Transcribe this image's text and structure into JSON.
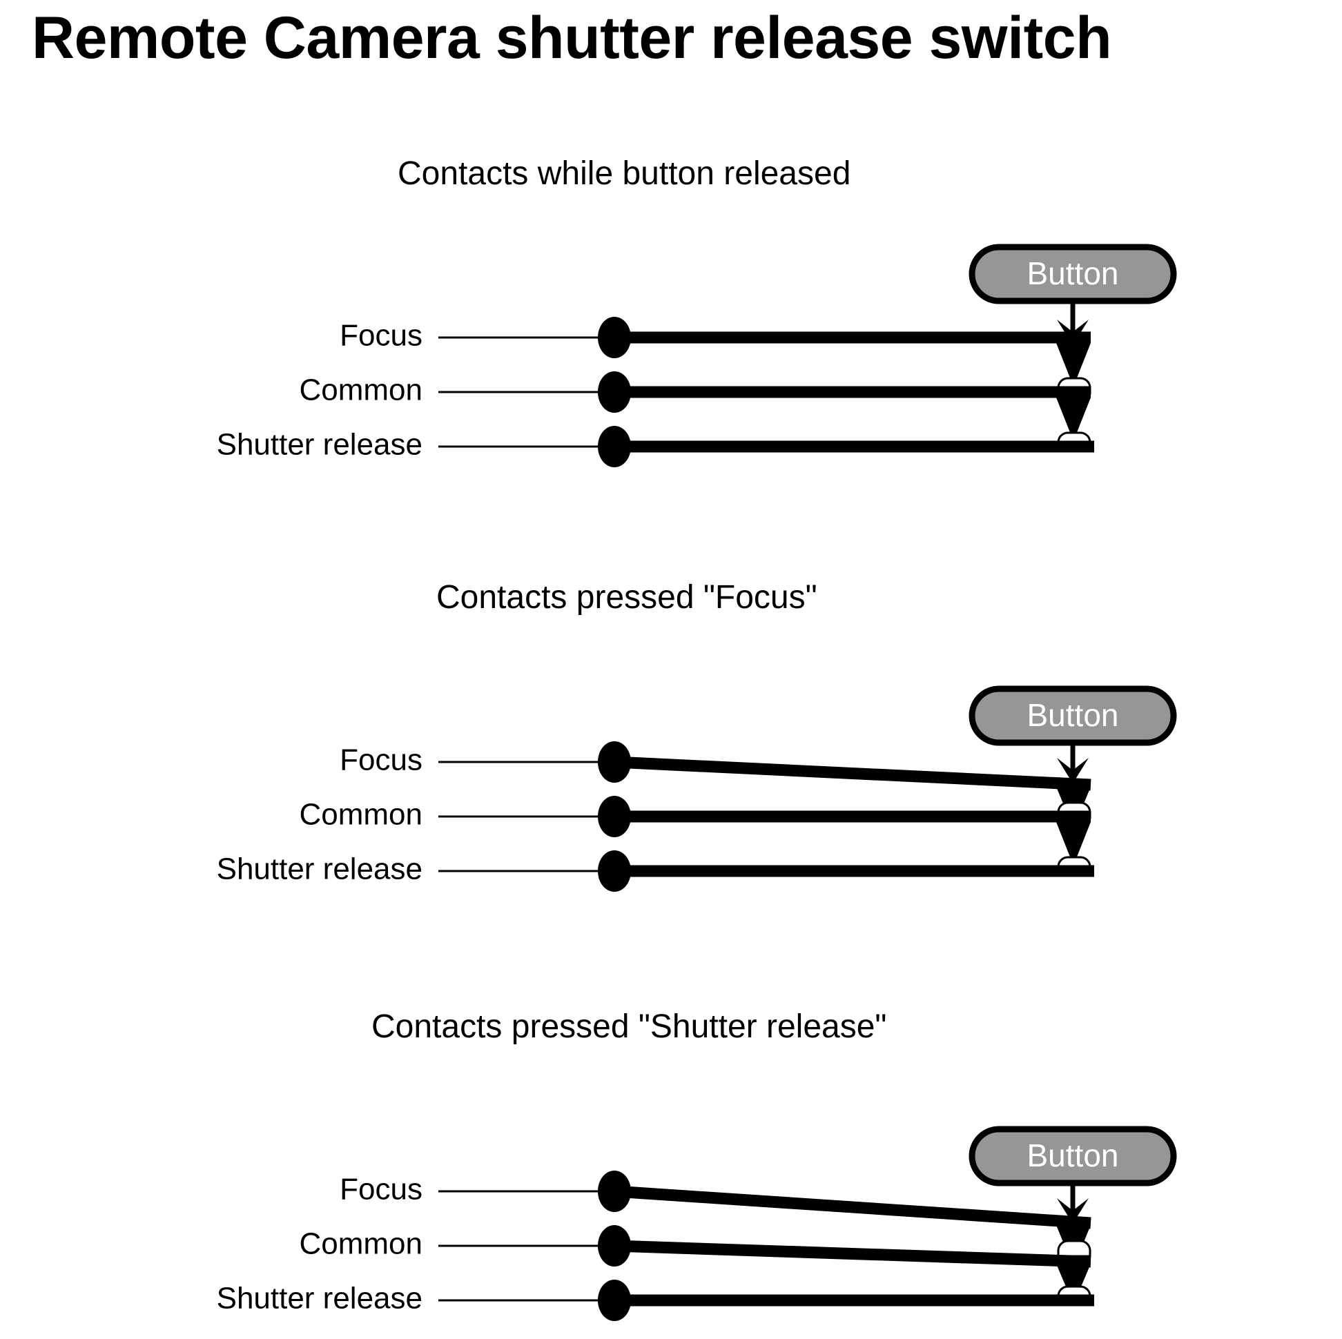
{
  "page": {
    "title": "Remote Camera shutter release switch",
    "background_color": "#ffffff",
    "foreground_color": "#000000",
    "button_fill_color": "#969696",
    "button_text_color": "#ffffff"
  },
  "sections": [
    {
      "id": "released",
      "heading": "Contacts while button released",
      "button_label": "Button",
      "rows": [
        {
          "label": "Focus",
          "state": "open"
        },
        {
          "label": "Common",
          "state": "open"
        },
        {
          "label": "Shutter release",
          "state": "open"
        }
      ]
    },
    {
      "id": "focus-pressed",
      "heading": "Contacts pressed  \"Focus\"",
      "button_label": "Button",
      "rows": [
        {
          "label": "Focus",
          "state": "bent-touching-common"
        },
        {
          "label": "Common",
          "state": "open"
        },
        {
          "label": "Shutter release",
          "state": "open"
        }
      ]
    },
    {
      "id": "shutter-pressed",
      "heading": "Contacts pressed \"Shutter release\"",
      "button_label": "Button",
      "rows": [
        {
          "label": "Focus",
          "state": "bent-touching-common"
        },
        {
          "label": "Common",
          "state": "bent-touching-shutter"
        },
        {
          "label": "Shutter release",
          "state": "open"
        }
      ]
    }
  ],
  "icons": {
    "press_arrow": "down-arrow-icon",
    "terminal_dot": "terminal-dot-icon",
    "contact_pad": "contact-pad-icon",
    "contact_wedge": "contact-wedge-icon"
  }
}
